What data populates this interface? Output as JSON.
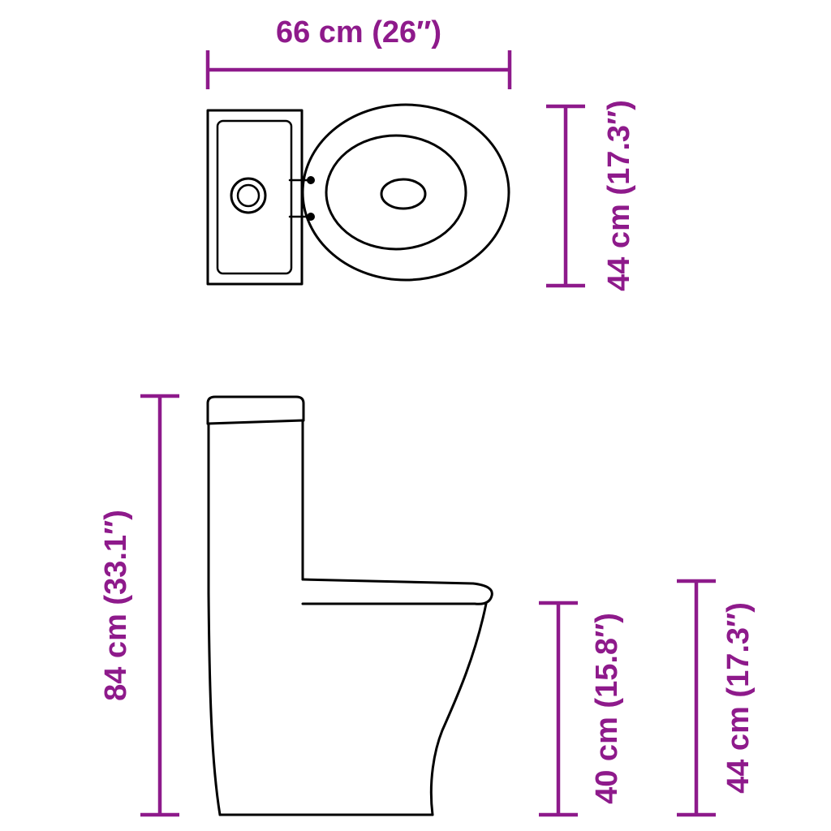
{
  "diagram": {
    "type": "product-dimension-diagram",
    "subject": "toilet",
    "colors": {
      "accent": "#8E1A8B",
      "line": "#000000",
      "background": "#FFFFFF"
    },
    "top_view": {
      "width_label": "66 cm (26″)",
      "depth_label": "44 cm (17.3″)"
    },
    "side_view": {
      "height_label": "84 cm (33.1″)",
      "bowl_height_label": "40 cm (15.8″)",
      "seat_height_label": "44 cm (17.3″)"
    }
  }
}
